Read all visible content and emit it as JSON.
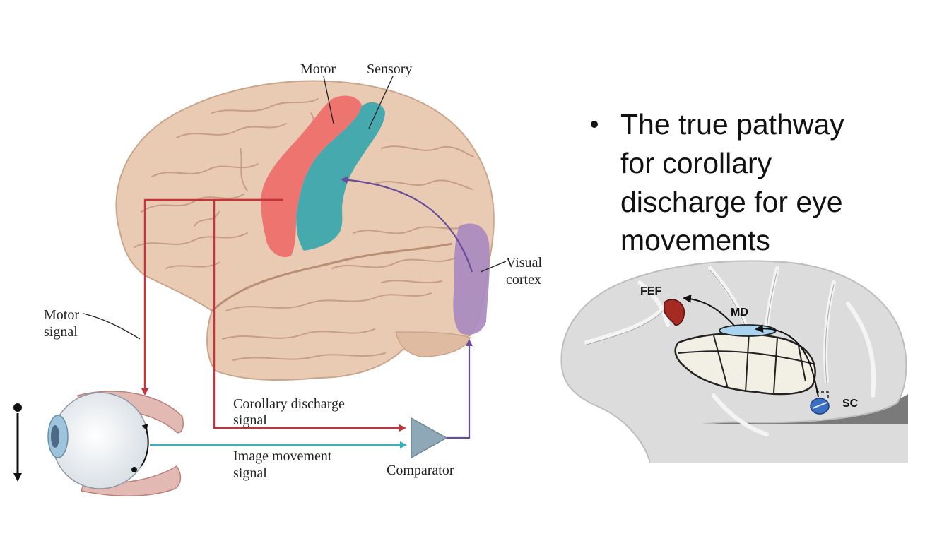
{
  "left_figure": {
    "labels": {
      "motor": "Motor",
      "sensory": "Sensory",
      "visual_cortex_1": "Visual",
      "visual_cortex_2": "cortex",
      "motor_signal_1": "Motor",
      "motor_signal_2": "signal",
      "corollary_1": "Corollary discharge",
      "corollary_2": "signal",
      "image_movement_1": "Image movement",
      "image_movement_2": "signal",
      "comparator": "Comparator"
    },
    "colors": {
      "brain": "#e9cbb4",
      "motor_cortex": "#ee7470",
      "sensory_cortex": "#45a9ae",
      "visual_cortex": "#a98abf",
      "motor_signal_arrow": "#c8333a",
      "image_signal_arrow": "#2fb3c1",
      "visual_arrow": "#6a4a9a",
      "comparator": "#8fa8b8"
    }
  },
  "bullet": {
    "lines": [
      "The true pathway",
      "for corollary",
      "discharge for eye",
      "movements"
    ]
  },
  "right_figure": {
    "labels": {
      "fef": "FEF",
      "md": "MD",
      "sc": "SC"
    },
    "colors": {
      "fef": "#a52a22",
      "md": "#a9d3ef",
      "sc": "#3a6fc4"
    }
  }
}
